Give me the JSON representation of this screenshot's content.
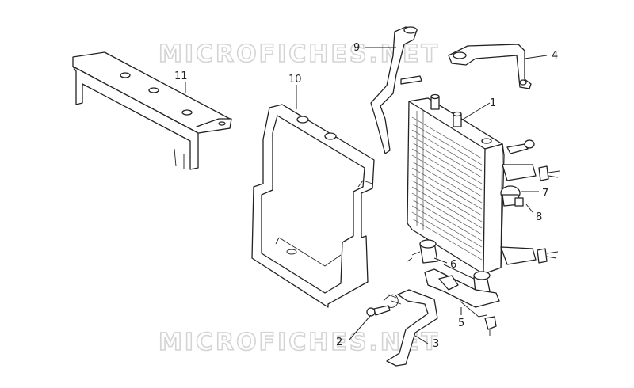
{
  "watermark": {
    "top": "MICROFICHES.NET",
    "bottom": "MICROFICHES.NET"
  },
  "callouts": [
    "1",
    "2",
    "3",
    "4",
    "5",
    "6",
    "7",
    "8",
    "9",
    "10",
    "11"
  ]
}
